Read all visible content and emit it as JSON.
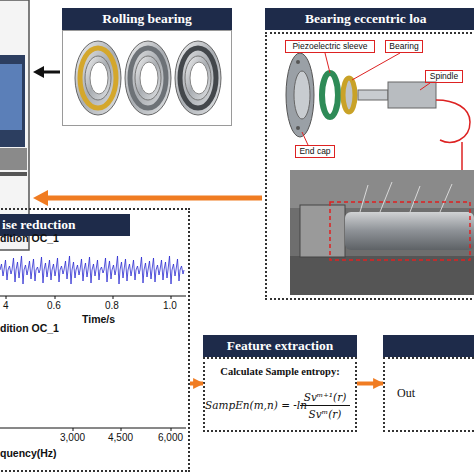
{
  "diagram": {
    "nodes": [
      {
        "text": [
          "Rolling bearing"
        ]
      },
      {
        "text": [
          "Bearing eccentric loa"
        ]
      },
      {
        "text": [
          "Piezoelectric sleeve"
        ],
        "in": 1
      },
      {
        "text": [
          "Bearing"
        ],
        "in": 1
      },
      {
        "text": [
          "Spindle"
        ],
        "in": 1
      },
      {
        "text": [
          "End cap"
        ],
        "in": 1
      },
      {
        "text": [
          "ise reduction"
        ]
      },
      {
        "text": [
          "Feature extraction"
        ]
      },
      {
        "text": [
          "Calculate Sample entropy:",
          "SampEn(m,n) = -ln",
          "Svᵐ⁺¹(r)",
          "Svᵐ(r)"
        ],
        "in": 7
      },
      {
        "text": [
          "Out"
        ]
      }
    ],
    "edges": [
      {
        "from": 6,
        "to": 7,
        "arrow": "to"
      },
      {
        "from": 7,
        "to": 9,
        "arrow": "to"
      }
    ],
    "labels": [
      "dition OC_1",
      "4",
      "0.6",
      "0.8",
      "1.0",
      "Time/s",
      "dition OC_1",
      "3,000",
      "4,500",
      "6,000",
      "quency(Hz)"
    ]
  }
}
